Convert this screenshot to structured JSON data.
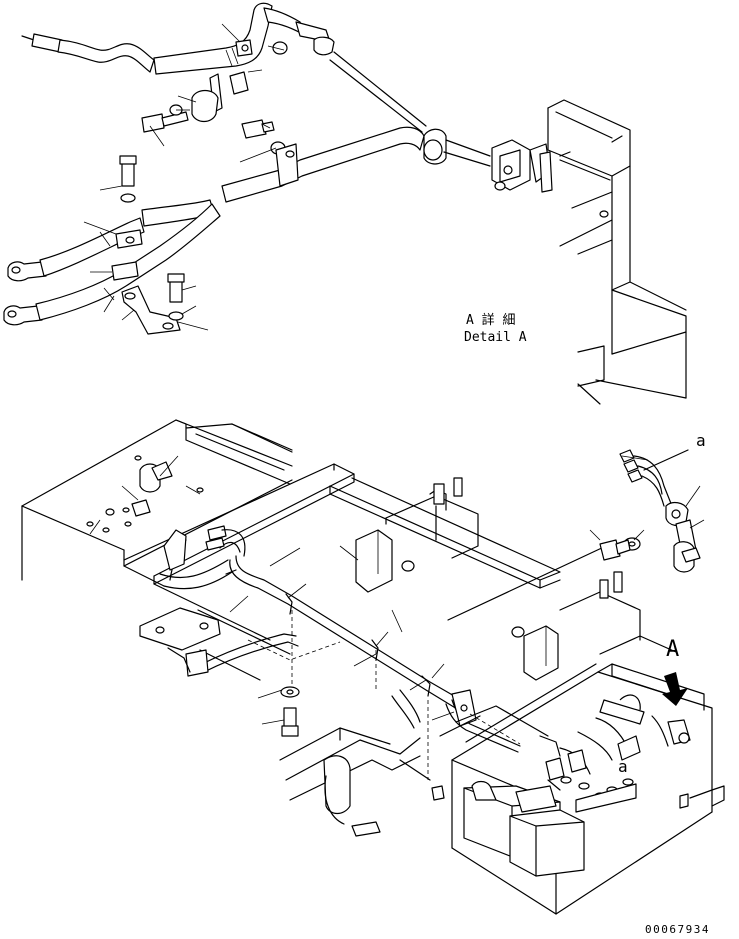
{
  "detail": {
    "label_jp": "A 詳 細",
    "label_en": "Detail A"
  },
  "callouts": {
    "view_arrow": "A",
    "ref_a_top": "a",
    "ref_a_bottom": "a"
  },
  "drawing_number": "00067934"
}
